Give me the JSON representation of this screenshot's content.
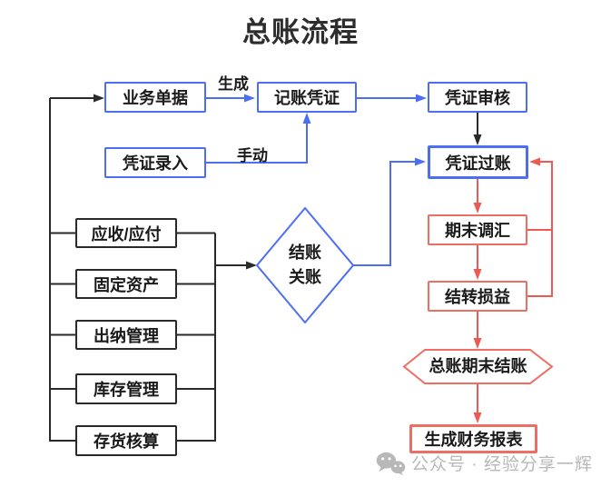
{
  "title": "总账流程",
  "colors": {
    "blue": "#4c6ef5",
    "red": "#ec5b52",
    "black": "#2a2a2a",
    "watermark_gray": "#b8b8b8"
  },
  "nodes": {
    "business_docs": {
      "label": "业务单据"
    },
    "bookkeeping_voucher": {
      "label": "记账凭证"
    },
    "voucher_review": {
      "label": "凭证审核"
    },
    "voucher_entry": {
      "label": "凭证录入"
    },
    "voucher_posting": {
      "label": "凭证过账"
    },
    "period_end_fx": {
      "label": "期末调汇"
    },
    "carry_forward_pl": {
      "label": "结转损益"
    },
    "gl_period_end_closing": {
      "label": "总账期末结账"
    },
    "generate_financial_reports": {
      "label": "生成财务报表"
    },
    "closing_decision": {
      "line1": "结账",
      "line2": "关账"
    },
    "ar_ap": {
      "label": "应收/应付"
    },
    "fixed_assets": {
      "label": "固定资产"
    },
    "cashier_management": {
      "label": "出纳管理"
    },
    "inventory_management": {
      "label": "库存管理"
    },
    "inventory_accounting": {
      "label": "存货核算"
    }
  },
  "edge_labels": {
    "generate": "生成",
    "manual": "手动"
  },
  "watermark": {
    "icon": "wechat-icon",
    "text": "公众号 · 经验分享一辉"
  }
}
